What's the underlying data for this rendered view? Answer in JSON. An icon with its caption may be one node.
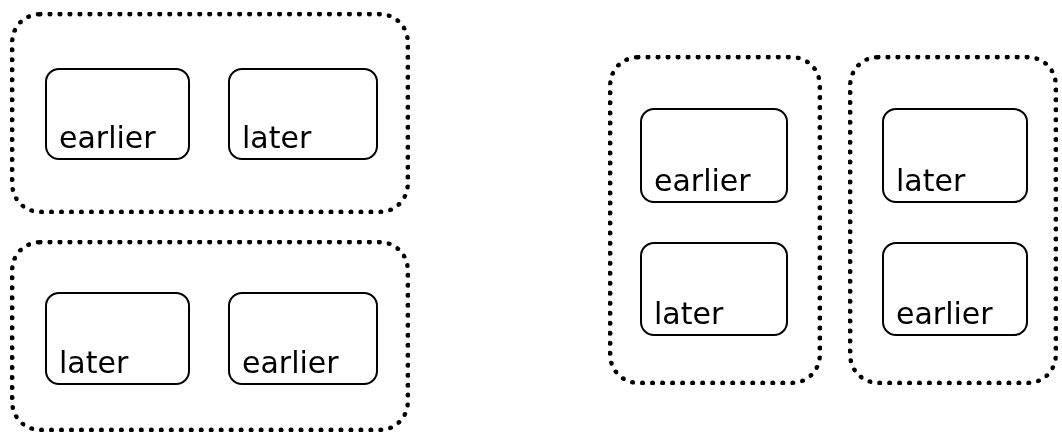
{
  "diagram": {
    "nodes": [
      {
        "text": [],
        "shape": "box"
      },
      {
        "text": [
          "earlier"
        ],
        "in": 0
      },
      {
        "text": [
          "later"
        ],
        "in": 0
      },
      {
        "text": [],
        "shape": "box"
      },
      {
        "text": [
          "later"
        ],
        "in": 3
      },
      {
        "text": [
          "earlier"
        ],
        "in": 3
      },
      {
        "text": [],
        "shape": "box"
      },
      {
        "text": [
          "earlier"
        ],
        "in": 6
      },
      {
        "text": [
          "later"
        ],
        "in": 6
      },
      {
        "text": [],
        "shape": "box"
      },
      {
        "text": [
          "later"
        ],
        "in": 9
      },
      {
        "text": [
          "earlier"
        ],
        "in": 9
      }
    ]
  }
}
